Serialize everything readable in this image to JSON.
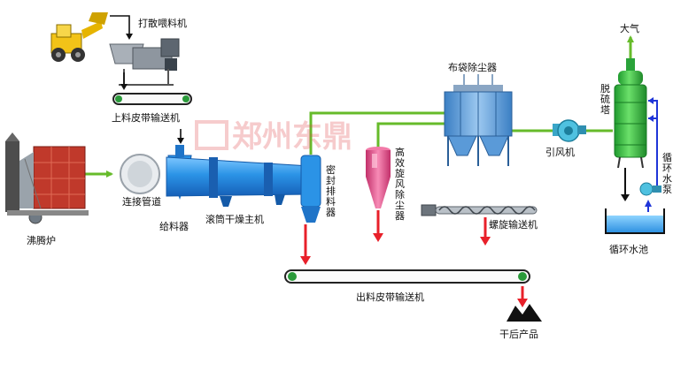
{
  "labels": {
    "feeder": "打散喂料机",
    "belt_in": "上料皮带输送机",
    "boiler": "沸腾炉",
    "pipe": "连接管道",
    "feed": "给料器",
    "dryer": "滚筒干燥主机",
    "seal": "密封排料器",
    "cyclone": "高效旋风除尘器",
    "bag": "布袋除尘器",
    "screw": "螺旋输送机",
    "belt_out": "出料皮带输送机",
    "product": "干后产品",
    "fan": "引风机",
    "tower": "脱硫塔",
    "atmos": "大气",
    "pump": "循环水泵",
    "pool": "循环水池"
  },
  "watermark": "郑州东鼎",
  "colors": {
    "gas_flow": "#66bb2a",
    "product_flow": "#e8202a",
    "material_flow": "#111111",
    "water_flow": "#1f35d8",
    "equipment_blue": "#2b93e6",
    "tower_green": "#3fc24a",
    "cyclone_pink": "#e8508a",
    "bag_blue": "#5a9ad8",
    "boiler_red": "#c0392b"
  }
}
